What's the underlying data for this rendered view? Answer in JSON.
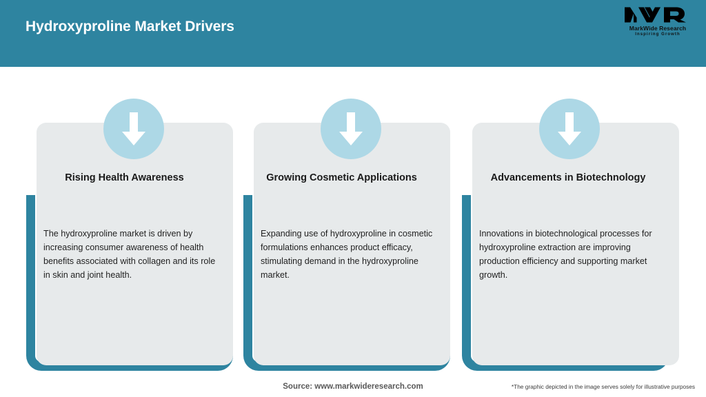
{
  "header": {
    "title": "Hydroxyproline Market Drivers",
    "background_color": "#2E84A0",
    "logo": {
      "mark": "MWR",
      "name": "MarkWide Research",
      "tagline": "Inspiring Growth"
    }
  },
  "cards": [
    {
      "icon": "down-arrow-icon",
      "title": "Rising Health Awareness",
      "body": "The hydroxyproline market is driven by increasing consumer awareness of health benefits associated with collagen and its role in skin and joint health."
    },
    {
      "icon": "down-arrow-icon",
      "title": "Growing Cosmetic Applications",
      "body": "Expanding use of hydroxyproline in cosmetic formulations enhances product efficacy, stimulating demand in the hydroxyproline market."
    },
    {
      "icon": "down-arrow-icon",
      "title": "Advancements in Biotechnology",
      "body": "Innovations in biotechnological processes for hydroxyproline extraction are improving production efficiency and supporting market growth."
    }
  ],
  "footer": {
    "source": "Source: www.markwideresearch.com",
    "disclaimer": "*The graphic depicted in the image serves solely for illustrative purposes"
  },
  "colors": {
    "accent_teal": "#2E84A0",
    "panel_grey": "#E7EAEB",
    "circle_blue": "#ADD8E6"
  }
}
